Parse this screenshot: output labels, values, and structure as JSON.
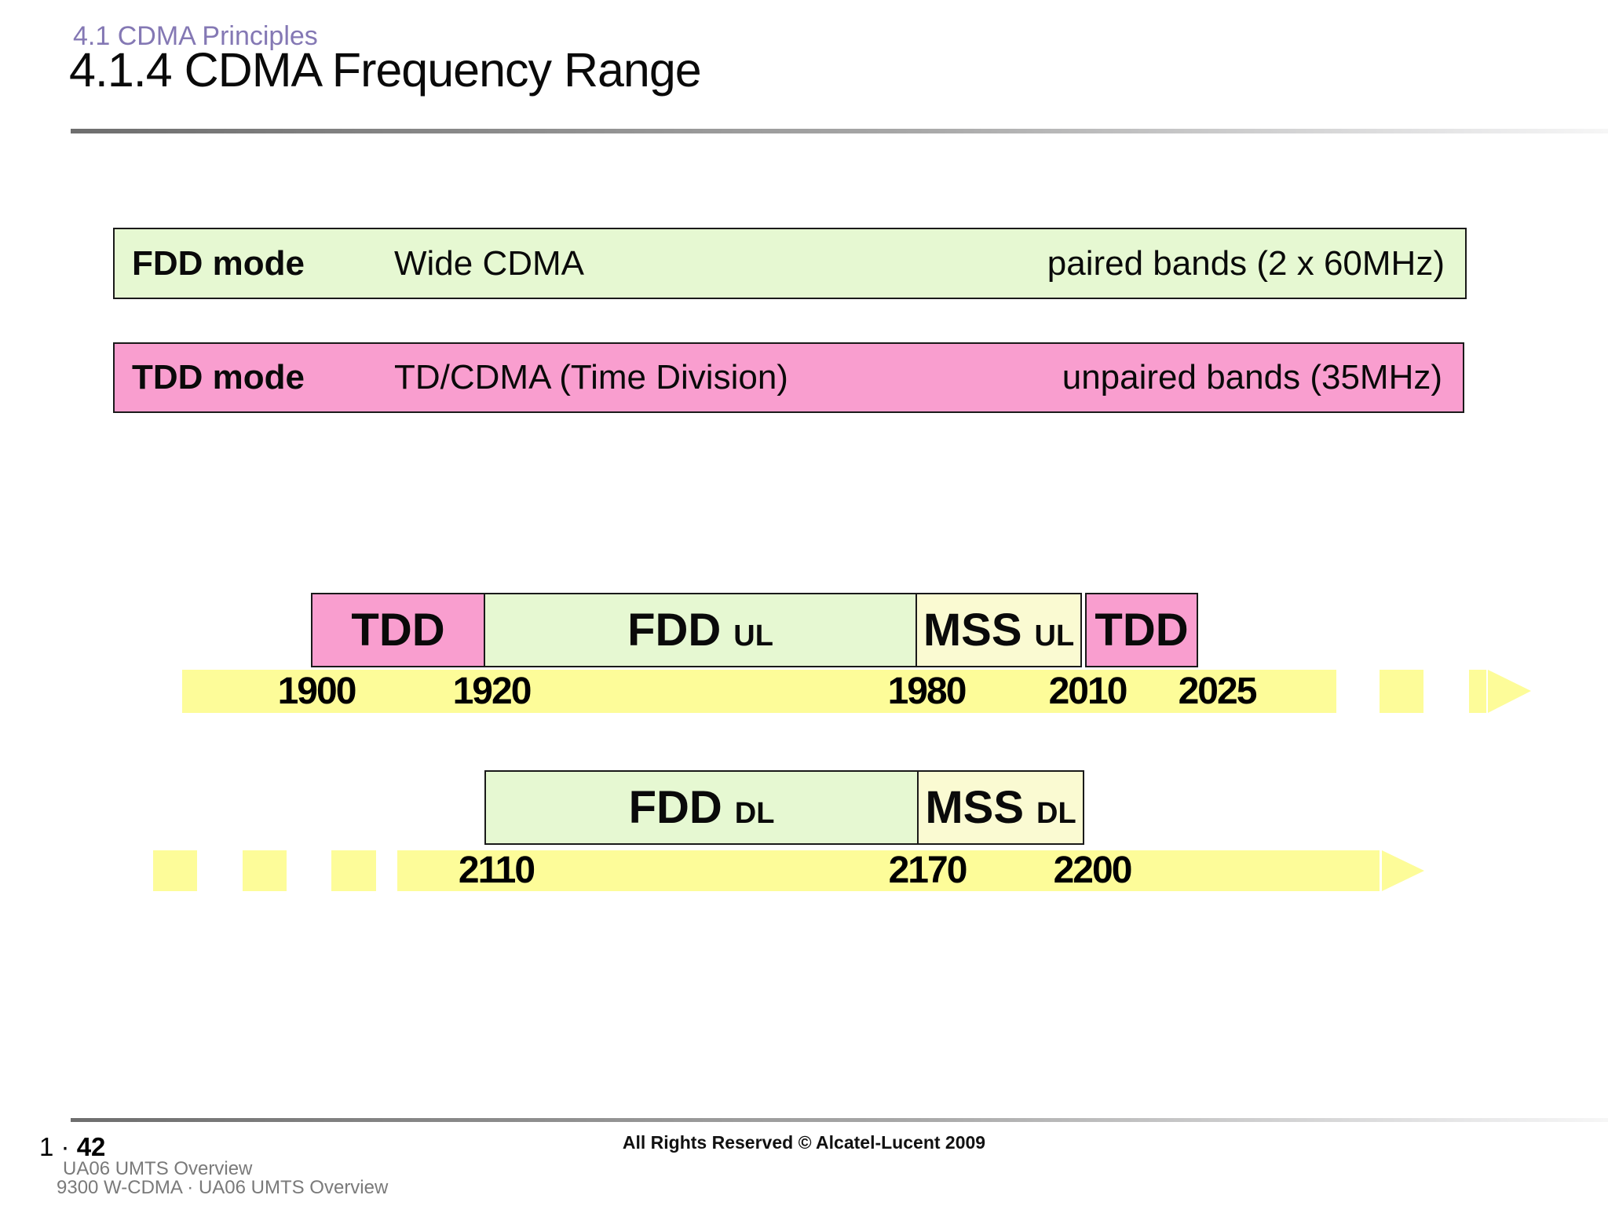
{
  "header": {
    "section": "4.1 CDMA Principles",
    "title": "4.1.4 CDMA Frequency Range"
  },
  "mode_boxes": {
    "fdd": {
      "label": "FDD mode",
      "tech": "Wide CDMA",
      "bands": "paired bands (2 x 60MHz)"
    },
    "tdd": {
      "label": "TDD mode",
      "tech": "TD/CDMA (Time Division)",
      "bands": "unpaired bands (35MHz)"
    }
  },
  "ul_band": {
    "blocks": [
      {
        "name": "TDD",
        "sub": ""
      },
      {
        "name": "FDD",
        "sub": "UL"
      },
      {
        "name": "MSS",
        "sub": "UL"
      },
      {
        "name": "TDD",
        "sub": ""
      }
    ],
    "ticks": [
      "1900",
      "1920",
      "1980",
      "2010",
      "2025"
    ]
  },
  "dl_band": {
    "blocks": [
      {
        "name": "FDD",
        "sub": "DL"
      },
      {
        "name": "MSS",
        "sub": "DL"
      }
    ],
    "ticks": [
      "2110",
      "2170",
      "2200"
    ]
  },
  "footer": {
    "page_prefix": "1",
    "separator": "·",
    "page_number": "42",
    "line1": "UA06 UMTS Overview",
    "line2": "9300 W-CDMA · UA06 UMTS Overview",
    "copyright": "All Rights Reserved © Alcatel-Lucent 2009"
  },
  "colors": {
    "block_green": "#e6f8d2",
    "block_pink": "#f99ecf",
    "block_cream": "#fafad2",
    "axis_yellow": "#fdfc99",
    "accent_purple": "#8478b4"
  }
}
